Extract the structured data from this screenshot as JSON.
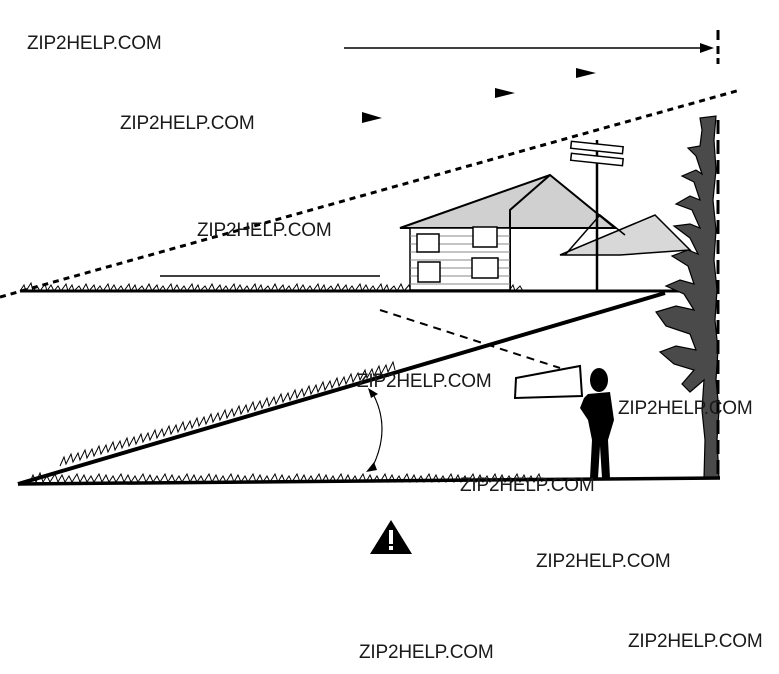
{
  "watermarks": [
    "ZIP2HELP.COM",
    "ZIP2HELP.COM",
    "ZIP2HELP.COM",
    "ZIP2HELP.COM",
    "ZIP2HELP.COM",
    "ZIP2HELP.COM",
    "ZIP2HELP.COM",
    "ZIP2HELP.COM",
    "ZIP2HELP.COM"
  ],
  "icons": {
    "warning": "warning-triangle-icon",
    "tree": "tree-icon",
    "house": "house-icon",
    "person": "person-icon",
    "utility_pole": "utility-pole-icon"
  },
  "colors": {
    "ink": "#000000",
    "tree": "#4a4a4a",
    "roof_shade": "#d0d0d0"
  }
}
